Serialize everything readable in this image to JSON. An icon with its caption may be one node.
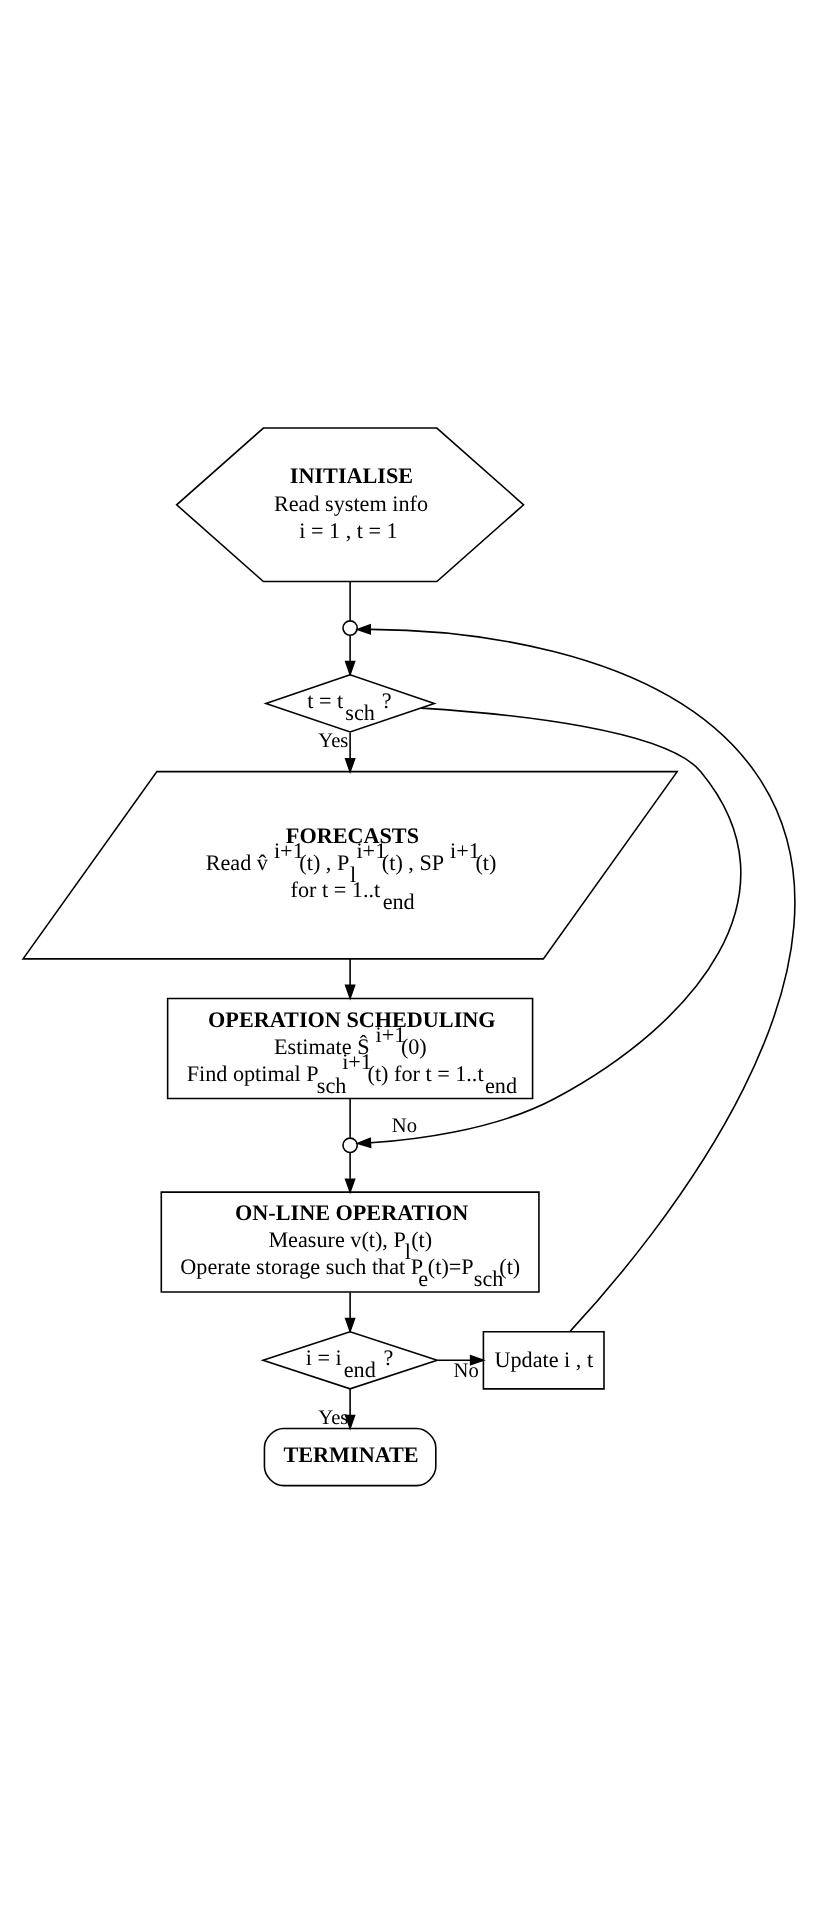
{
  "diagram": {
    "nodes": [
      {
        "text": [
          "INITIALISE",
          "Read system info",
          "i = 1 , t = 1"
        ]
      },
      {
        "text": [],
        "shape": "circle"
      },
      {
        "text": [
          "t = t$_{sch}$ ?"
        ]
      },
      {
        "text": [
          "FORECASTS",
          "Read v̂ $^{i+1}$(t) , P$_{l}$$^{i+1}$(t) , SP $^{i+1}$(t)",
          "for t = 1..t$_{end}$"
        ]
      },
      {
        "text": [
          "OPERATION SCHEDULING",
          "Estimate Ŝ $^{i+1}$(0)",
          "Find optimal P$_{sch}$$^{i+1}$(t) for t = 1..t$_{end}$"
        ]
      },
      {
        "text": [],
        "shape": "circle"
      },
      {
        "text": [
          "ON-LINE OPERATION",
          "Measure v(t), P$_{l}$(t)",
          "Operate storage such that P$_{e}$(t)=P$_{sch}$(t)"
        ]
      },
      {
        "text": [
          "i = i$_{end}$ ?"
        ]
      },
      {
        "text": [
          "Update i , t"
        ]
      },
      {
        "text": [
          "TERMINATE"
        ]
      }
    ],
    "edges": [
      {
        "from": 0,
        "to": 1,
        "arrow": "none"
      },
      {
        "from": 1,
        "to": 2,
        "arrow": "to"
      },
      {
        "from": 2,
        "to": 3,
        "arrow": "to",
        "label": "Yes"
      },
      {
        "from": 2,
        "to": 5,
        "arrow": "to",
        "label": "No"
      },
      {
        "from": 3,
        "to": 4,
        "arrow": "to"
      },
      {
        "from": 4,
        "to": 5,
        "arrow": "none"
      },
      {
        "from": 5,
        "to": 6,
        "arrow": "to"
      },
      {
        "from": 6,
        "to": 7,
        "arrow": "to"
      },
      {
        "from": 7,
        "to": 8,
        "arrow": "to",
        "label": "No"
      },
      {
        "from": 8,
        "to": 1,
        "arrow": "to"
      },
      {
        "from": 7,
        "to": 9,
        "arrow": "to",
        "label": "Yes"
      }
    ]
  }
}
